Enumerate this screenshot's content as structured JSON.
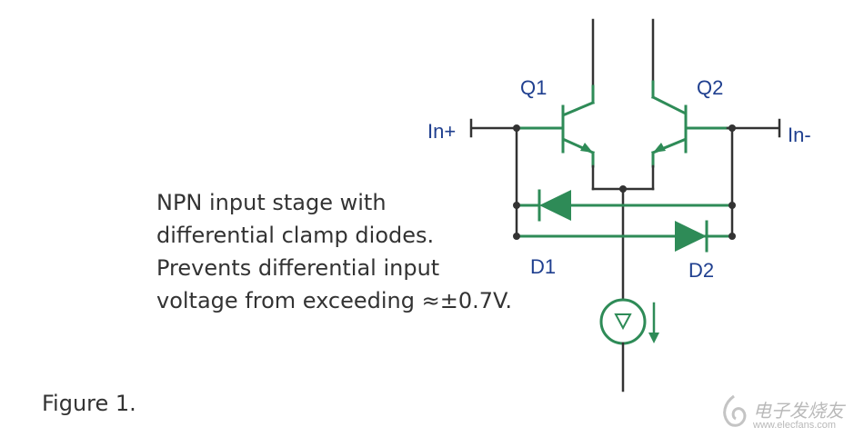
{
  "caption": {
    "lines": [
      "NPN input stage with",
      "differential clamp diodes.",
      "Prevents differential input",
      "voltage from exceeding ≈±0.7V."
    ]
  },
  "figure_label": "Figure 1.",
  "labels": {
    "q1": "Q1",
    "q2": "Q2",
    "in_plus": "In+",
    "in_minus": "In-",
    "d1": "D1",
    "d2": "D2"
  },
  "watermark": {
    "cn": "电子发烧友",
    "url": "www.elecfans.com"
  },
  "colors": {
    "wire": "#333333",
    "component": "#2e8b57",
    "label": "#1f3f8f",
    "caption": "#333333"
  }
}
